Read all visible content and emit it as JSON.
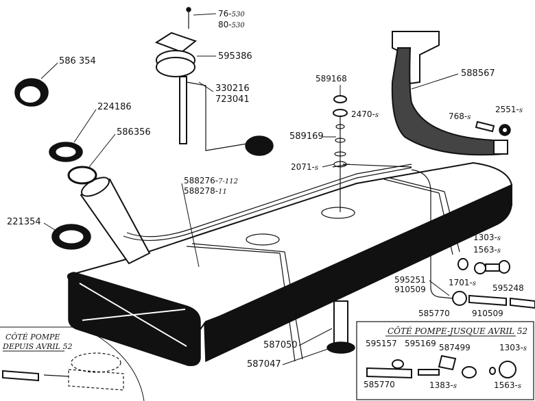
{
  "labels": {
    "screw": "76-",
    "screw_suffix": "530",
    "screw2": "80-",
    "screw2_suffix": "530",
    "gauge": "595386",
    "gauge_float_a": "330216",
    "gauge_float_b": "723041",
    "seal_ring": "586 354",
    "gasket_upper": "224186",
    "gasket_mid": "586356",
    "gasket_lower": "221354",
    "tank_a": "588276-",
    "tank_a_suffix": "7-112",
    "tank_b": "588278-",
    "tank_b_suffix": "11",
    "nut_top": "589168",
    "washer_top": "2470-",
    "washer_top_suffix": "s",
    "fitting": "589169",
    "fitting_washer": "2071-",
    "fitting_washer_suffix": "s",
    "strap_bracket": "588567",
    "bolt": "768-",
    "bolt_suffix": "s",
    "nut_bracket": "2551-",
    "nut_bracket_suffix": "s",
    "clip_a": "1303-",
    "clip_a_suffix": "s",
    "clip_b": "1563-",
    "clip_b_suffix": "s",
    "clip_c": "1701-",
    "clip_c_suffix": "s",
    "pipe_a": "595251",
    "pipe_b": "910509",
    "pipe_c": "595248",
    "pipe_collar": "585770",
    "pipe_d": "910509",
    "drain_a": "587050",
    "drain_b": "587047"
  },
  "inset_right": {
    "title": "CÔTÉ POMPE-JUSQUE AVRIL 52",
    "part_1": "595157",
    "part_2": "595169",
    "part_3": "587499",
    "part_4": "1303-",
    "part_4_suffix": "s",
    "part_5": "585770",
    "part_6": "1383-",
    "part_6_suffix": "s",
    "part_7": "1563-",
    "part_7_suffix": "s"
  },
  "inset_left": {
    "title_line1": "CÔTÉ POMPE",
    "title_line2": "DEPUIS AVRIL 52"
  }
}
